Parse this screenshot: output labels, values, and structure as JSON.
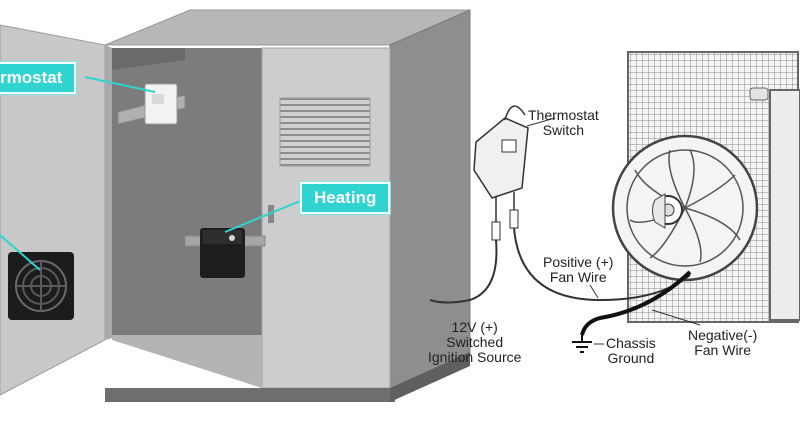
{
  "cabinet": {
    "labels": {
      "thermostat": "rmostat",
      "heating": "Heating"
    }
  },
  "wiring": {
    "thermostat_switch": [
      "Thermostat",
      "Switch"
    ],
    "positive_fan_wire": [
      "Positive (+)",
      "Fan Wire"
    ],
    "switched_source": [
      "12V (+)",
      "Switched",
      "Ignition Source"
    ],
    "chassis_ground": [
      "Chassis",
      "Ground"
    ],
    "negative_fan_wire": [
      "Negative(-)",
      "Fan Wire"
    ]
  },
  "colors": {
    "callout": "#2fd3cf",
    "cabinet_body": "#9a9a9a",
    "cabinet_door": "#c9c9c9",
    "cabinet_interior": "#7a7a7a"
  }
}
